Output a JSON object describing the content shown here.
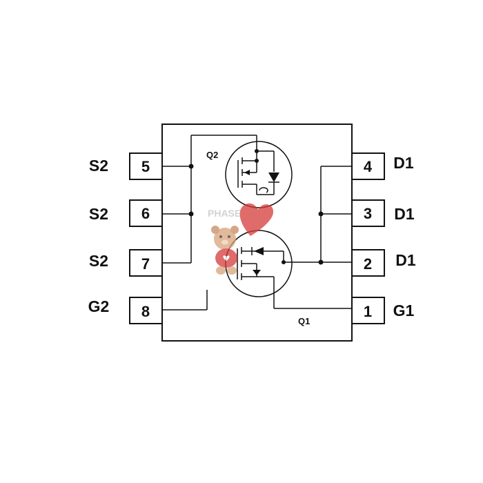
{
  "package": {
    "transistors": {
      "q1": "Q1",
      "q2": "Q2"
    },
    "pins_left": [
      {
        "number": "5",
        "name": "S2"
      },
      {
        "number": "6",
        "name": "S2"
      },
      {
        "number": "7",
        "name": "S2"
      },
      {
        "number": "8",
        "name": "G2"
      }
    ],
    "pins_right": [
      {
        "number": "4",
        "name": "D1"
      },
      {
        "number": "3",
        "name": "D1"
      },
      {
        "number": "2",
        "name": "D1"
      },
      {
        "number": "1",
        "name": "G1"
      }
    ]
  },
  "watermark": {
    "text": "PHASE"
  },
  "colors": {
    "line": "#111111",
    "watermark": "#d63a3a"
  }
}
